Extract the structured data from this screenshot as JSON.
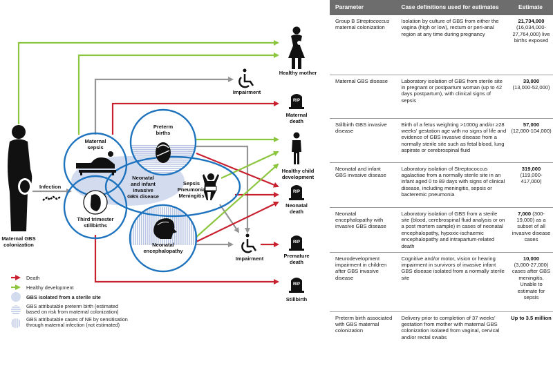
{
  "diagram": {
    "source": {
      "label_line1": "Maternal GBS",
      "label_line2": "colonization"
    },
    "infection_label": "Infection",
    "nodes": {
      "maternal_sepsis": {
        "line1": "Maternal",
        "line2": "sepsis"
      },
      "preterm_births": {
        "line1": "Preterm",
        "line2": "births"
      },
      "neonatal_infant": {
        "line1": "Neonatal",
        "line2": "and infant",
        "line3": "invasive",
        "line4": "GBS disease"
      },
      "sepsis_group": {
        "line1": "Sepsis",
        "line2": "Pneumonia",
        "line3": "Meningitis"
      },
      "stillbirths": {
        "line1": "Third trimester",
        "line2": "stillbirths"
      },
      "neonatal_encephalopathy": {
        "line1": "Neonatal",
        "line2": "encephalopathy"
      }
    },
    "outcomes": {
      "healthy_mother": "Healthy mother",
      "impairment_top": "Impairment",
      "maternal_death": {
        "line1": "Maternal",
        "line2": "death"
      },
      "healthy_child": {
        "line1": "Healthy child",
        "line2": "development"
      },
      "neonatal_death": {
        "line1": "Neonatal",
        "line2": "death"
      },
      "impairment_bottom": "Impairment",
      "premature_death": {
        "line1": "Premature",
        "line2": "death"
      },
      "stillbirth": "Stillbirth",
      "rip": "RIP"
    },
    "colors": {
      "death": "#c8202f",
      "healthy": "#8cc63f",
      "impairment": "#959595",
      "circle": "#1e73be",
      "gbs_fill": "#d3dcef"
    },
    "legend": [
      {
        "icon": "red-arrow-icon",
        "text": "Death"
      },
      {
        "icon": "green-arrow-icon",
        "text": "Healthy development"
      },
      {
        "icon": "solid-circle-icon",
        "text": "GBS isolated from a sterile site"
      },
      {
        "icon": "horizontal-stripe-circle-icon",
        "text_line1": "GBS attributable preterm birth (estimated",
        "text_line2": "based on risk from maternal colonization)"
      },
      {
        "icon": "vertical-stripe-circle-icon",
        "text_line1": "GBS attributable cases of NE by sensitisation",
        "text_line2": "through maternal infection (not estimated)"
      }
    ]
  },
  "table": {
    "headers": [
      "Parameter",
      "Case definitions used for estimates",
      "Estimate"
    ],
    "rows": [
      {
        "parameter_pre": "Group B ",
        "parameter_italic": "Streptococcus",
        "parameter_post": " maternal colonization",
        "definition": "Isolation by culture of GBS from either the vagina (high or low), rectum or peri-anal region at any time during pregnancy",
        "estimate_bold": "21,734,000",
        "estimate_rest": "(16,034,000-27,764,000) live births exposed"
      },
      {
        "parameter": "Maternal GBS disease",
        "definition": "Laboratory isolation of GBS from sterile site in pregnant or postpartum woman (up to 42 days postpartum), with clinical signs of sepsis",
        "estimate_bold": "33,000",
        "estimate_rest": "(13,000-52,000)"
      },
      {
        "parameter": "Stillbirth GBS invasive disease",
        "definition": "Birth of a fetus weighting >1000g and/or ≥28 weeks' gestation age with no signs of life and evidence of GBS invasive disease from a normally sterile site such as fetal blood, lung aspirate or cerebrospinal fluid",
        "estimate_bold": "57,000",
        "estimate_rest": "(12,000-104,000)"
      },
      {
        "parameter": "Neonatal and infant GBS invasive disease",
        "definition": "Laboratory isolation of Streptococcus agalactiae from a normally sterile site in an infant aged 0 to 89 days with signs of clinical disease, including meningitis, sepsis or bacteremic pneumonia",
        "estimate_bold": "319,000",
        "estimate_rest": "(119,000-417,000)"
      },
      {
        "parameter": "Neonatal encephalopathy with invasive GBS disease",
        "definition": "Laboratory isolation of GBS from a sterile site (blood, cerebrospinal fluid analysis or on a post mortem sample) in cases of neonatal encephalopathy, hypoxic-ischaemic encephalopathy and intrapartum-related death",
        "estimate_bold": "7,000",
        "estimate_rest": " (300-19,000) as a subset of all invasive disease cases"
      },
      {
        "parameter": "Neurodevelopment impairment in children after GBS invasive disease",
        "definition": "Cognitive and/or motor, vision or hearing impairment in survivors of invasive infant GBS disease isolated from a normally sterile site",
        "estimate_bold": "10,000",
        "estimate_rest": "(3,000-27,000) cases after GBS meningitis. Unable to estimate for sepsis"
      },
      {
        "parameter": "Preterm birth associated with GBS maternal colonization",
        "definition": "Delivery prior to completion of 37 weeks' gestation from mother with maternal GBS colonization isolated from vaginal, cervical and/or rectal swabs",
        "estimate_bold": "Up to 3.5 million",
        "estimate_rest": ""
      }
    ]
  }
}
